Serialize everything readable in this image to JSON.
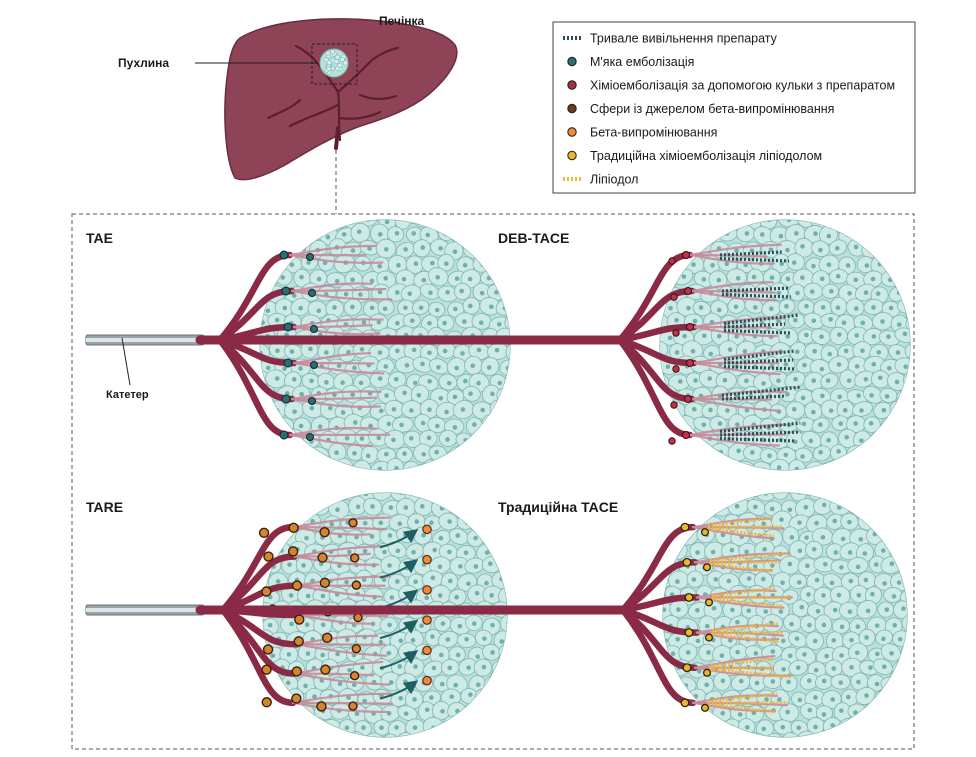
{
  "labels": {
    "liver": "Печінка",
    "tumor": "Пухлина",
    "catheter": "Катетер"
  },
  "panels": {
    "tae": "TAE",
    "debtace": "DEB-TACE",
    "tare": "TARE",
    "ttace": "Традиційна TACE"
  },
  "legend": [
    {
      "label": "Тривале вивільнення препарату",
      "marker": "dashed-dark",
      "color": "#2f4f58"
    },
    {
      "label": "М'яка емболізація",
      "marker": "dot-teal",
      "color": "#2a6f6f"
    },
    {
      "label": "Хіміоемболізація за допомогою кульки з препаратом",
      "marker": "dot-red",
      "color": "#a13246"
    },
    {
      "label": "Сфери із джерелом бета-випромінювання",
      "marker": "dot-brown",
      "color": "#6b3a1f"
    },
    {
      "label": "Бета-випромінювання",
      "marker": "dot-orange",
      "color": "#f08a3c"
    },
    {
      "label": "Традиційна хіміоемболізація ліпіодолом",
      "marker": "dot-yellow",
      "color": "#e9b82a"
    },
    {
      "label": "Ліпіодол",
      "marker": "dashed-yellow",
      "color": "#f3b43a"
    }
  ],
  "colors": {
    "liver": "#8e4456",
    "vessel": "#8a2a44",
    "vessel_light": "#c98a99",
    "cell_fill": "#b8e0dc",
    "cell_stroke": "#7fb6b1",
    "nucleus": "#6fb0a9"
  }
}
